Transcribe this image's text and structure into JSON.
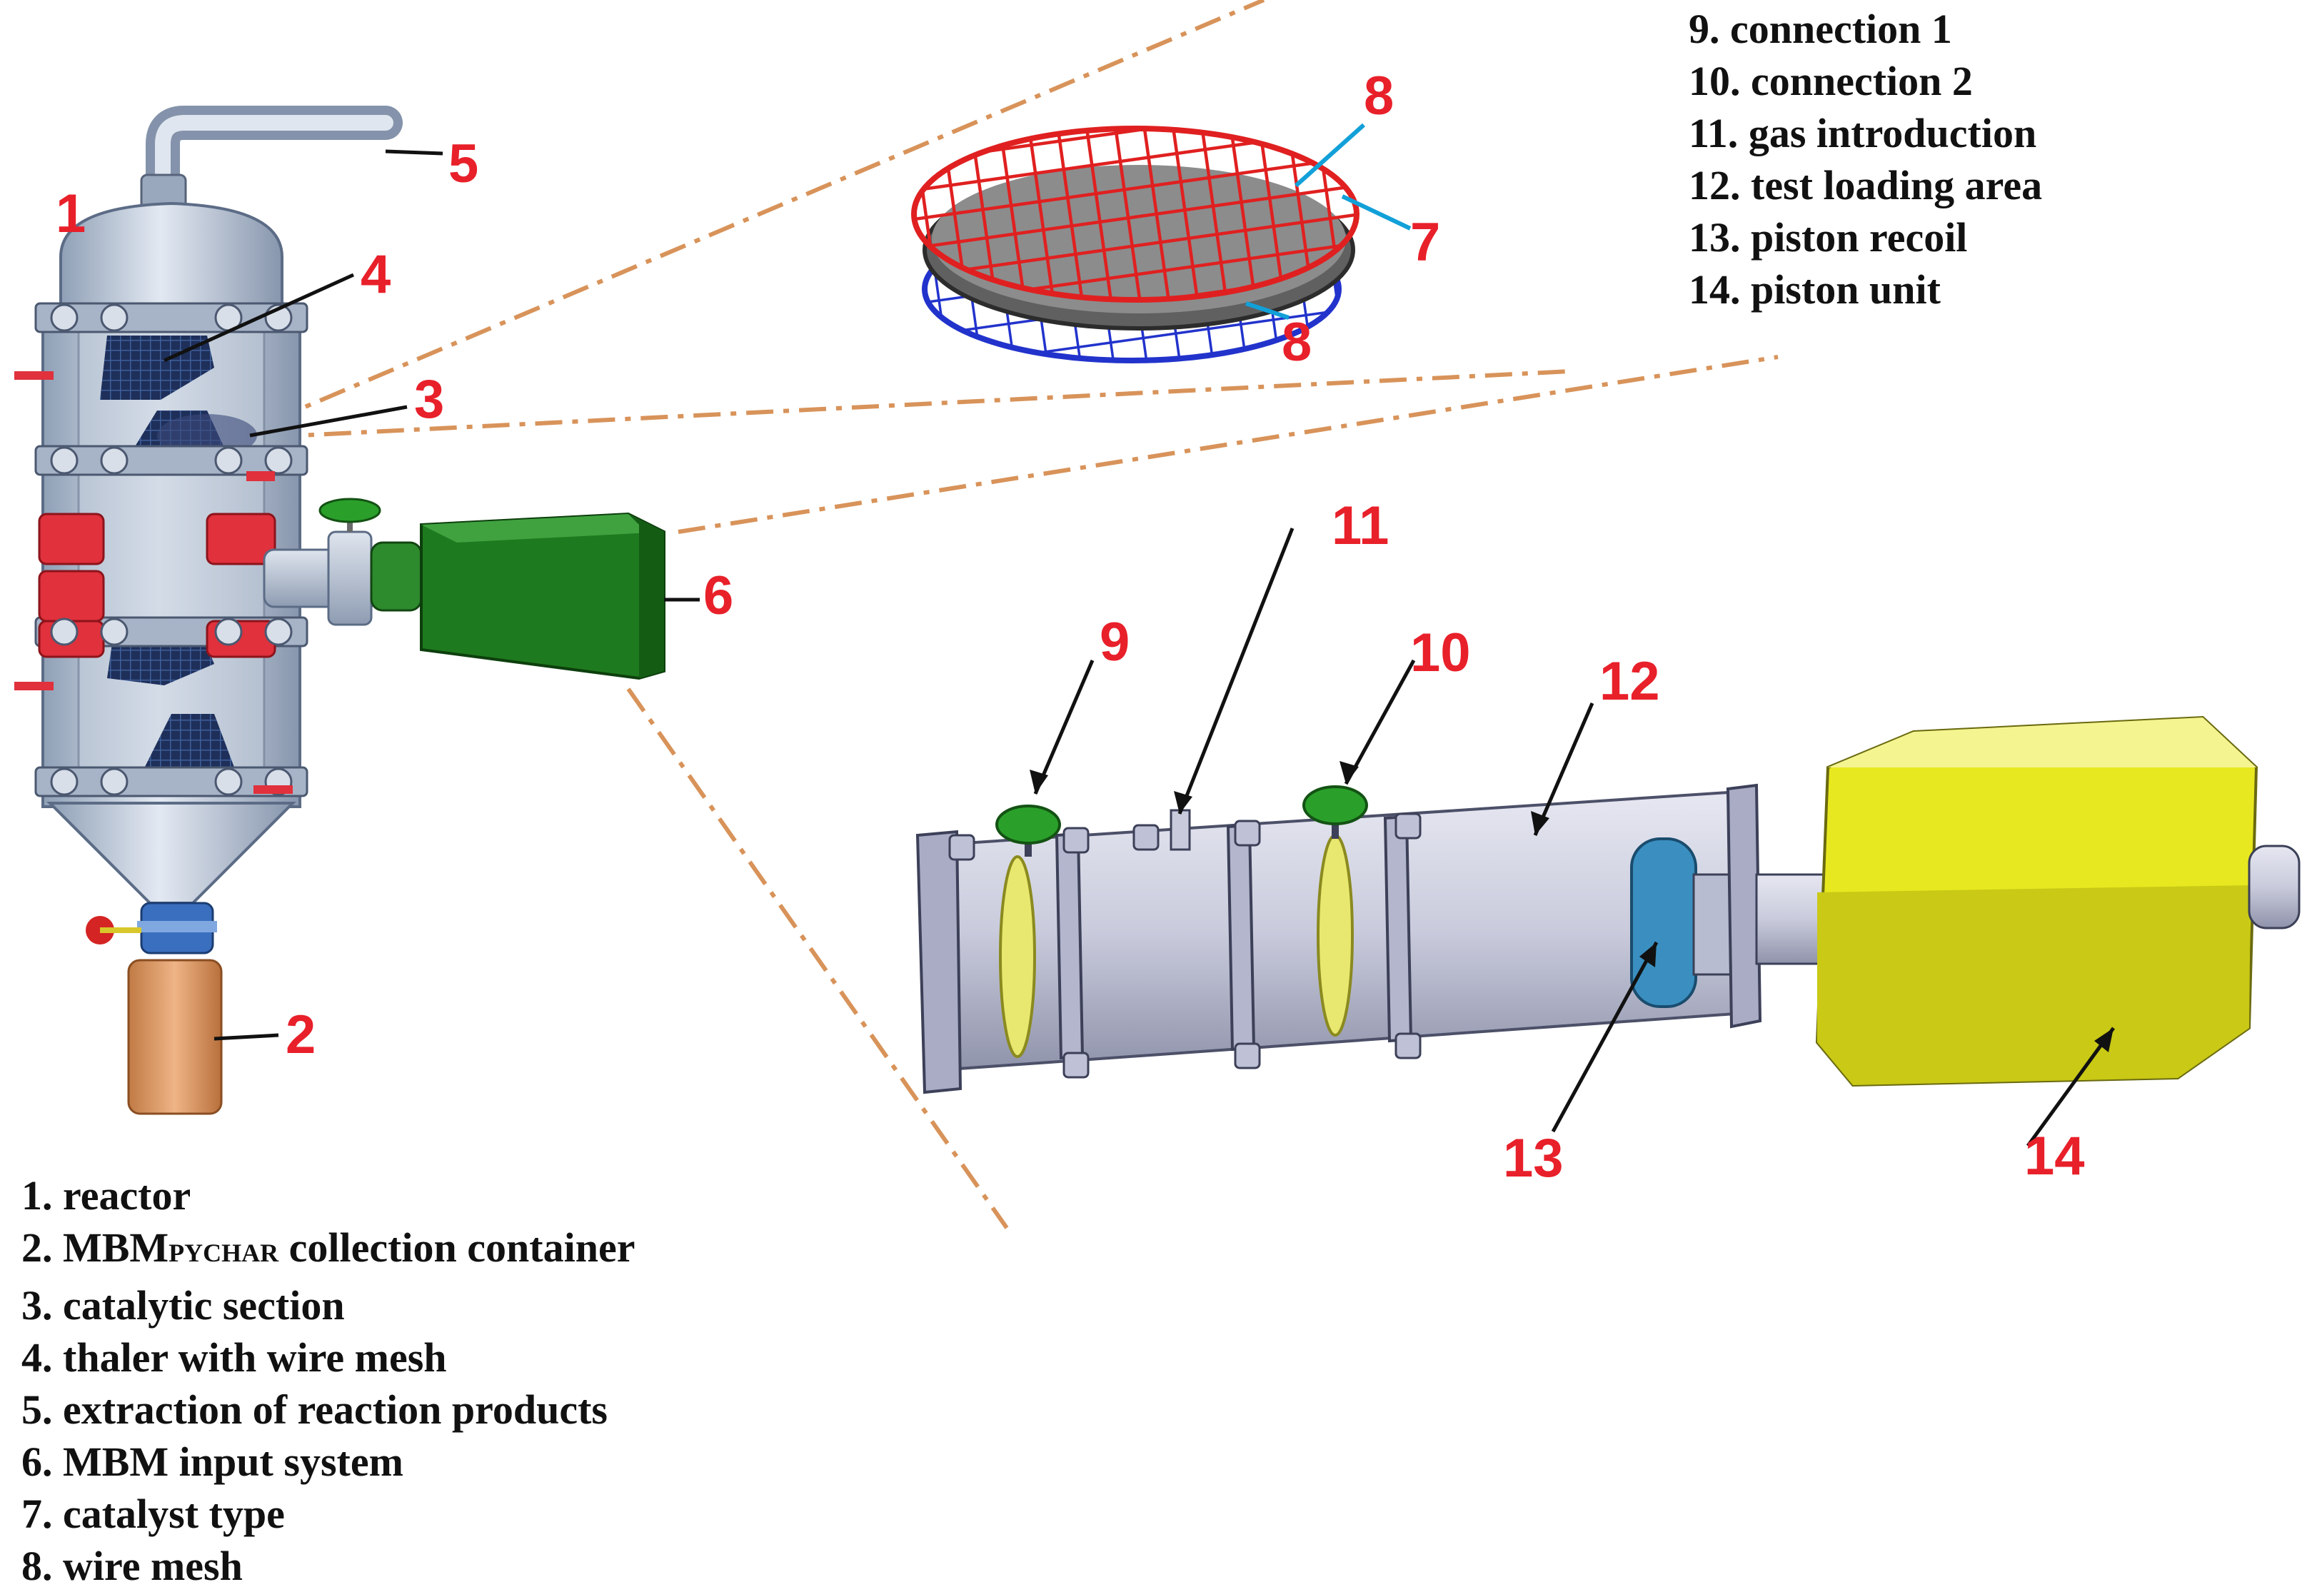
{
  "callout_numbers": [
    "1",
    "2",
    "3",
    "4",
    "5",
    "6",
    "7",
    "8",
    "8",
    "9",
    "10",
    "11",
    "12",
    "13",
    "14"
  ],
  "legend": [
    {
      "number": "1.",
      "text": "reactor"
    },
    {
      "number": "2.",
      "text_before": "MBM",
      "subscript": "PYCHAR",
      "text_after": " collection container"
    },
    {
      "number": "3.",
      "text": "catalytic section"
    },
    {
      "number": "4.",
      "text": "thaler with wire mesh"
    },
    {
      "number": "5.",
      "text": "extraction of reaction products"
    },
    {
      "number": "6.",
      "text": "MBM input system"
    },
    {
      "number": "7.",
      "text": "catalyst type"
    },
    {
      "number": "8.",
      "text": "wire mesh"
    },
    {
      "number": "9.",
      "text": "connection 1"
    },
    {
      "number": "10.",
      "text": "connection 2"
    },
    {
      "number": "11.",
      "text": "gas introduction"
    },
    {
      "number": "12.",
      "text": "test loading area"
    },
    {
      "number": "13.",
      "text": "piston recoil"
    },
    {
      "number": "14.",
      "text": "piston unit"
    }
  ],
  "colors": {
    "callout": "#e8202a",
    "vessel": "#bcc7d6",
    "flange_red": "#e0313c",
    "mesh_red": "#e02020",
    "mesh_blue": "#2233cc",
    "catalyst_plate": "#5c5c5c",
    "input_box": "#1e7a1e",
    "valve_green": "#2aa02a",
    "lens_yellow": "#e8e870",
    "piston_blue": "#3a8fc0",
    "piston_unit": "#e8e820",
    "container": "#d9925a",
    "leader_dashed": "#d8935a"
  }
}
